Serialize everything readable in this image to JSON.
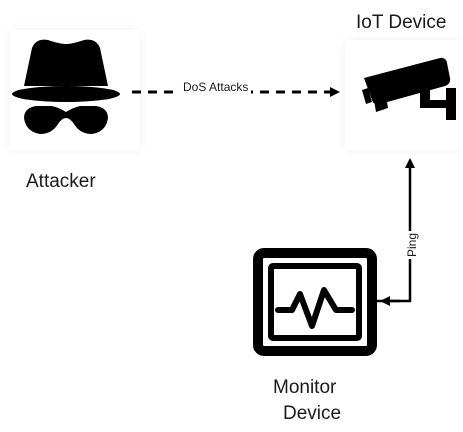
{
  "nodes": {
    "iot_device": {
      "label": "IoT Device",
      "icon": "security-camera-icon"
    },
    "attacker": {
      "label": "Attacker",
      "icon": "spy-incognito-icon"
    },
    "monitor": {
      "label_line1": "Monitor",
      "label_line2": "Device",
      "icon": "heart-monitor-icon"
    }
  },
  "edges": {
    "dos": {
      "label": "DoS Attacks",
      "style": "dashed"
    },
    "ping": {
      "label": "Ping",
      "style": "solid"
    }
  },
  "colors": {
    "ink": "#000000",
    "text": "#1a1a1a",
    "background": "#ffffff"
  }
}
